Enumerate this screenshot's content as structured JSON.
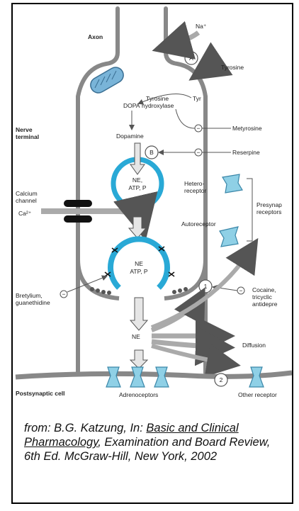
{
  "diagram": {
    "labels": {
      "axon": "Axon",
      "na": "Na⁺",
      "a": "A",
      "tyrosine": "Tyrosine",
      "tyrosine_hydroxylase": "Tyrosine hydroxylase",
      "tyrosine_hydroxylase_l1": "Tyrosine",
      "tyrosine_hydroxylase_l2": "hydroxylase",
      "tyr": "Tyr",
      "dopa": "DOPA",
      "metyrosine": "Metyrosine",
      "dopamine": "Dopamine",
      "nerve_terminal": "Nerve terminal",
      "nerve_terminal_l1": "Nerve",
      "nerve_terminal_l2": "terminal",
      "b": "B",
      "reserpine": "Reserpine",
      "vesicle_top_l1": "NE,",
      "vesicle_top_l2": "ATP, P",
      "calcium_channel_l1": "Calcium",
      "calcium_channel_l2": "channel",
      "ca": "Ca²⁺",
      "heteroreceptor_l1": "Hetero-",
      "heteroreceptor_l2": "receptor",
      "autoreceptor": "Autoreceptor",
      "presynaptic_receptors_l1": "Presynap",
      "presynaptic_receptors_l2": "receptors",
      "vesicle_fusing_l1": "NE",
      "vesicle_fusing_l2": "ATP, P",
      "bretylium_l1": "Bretylium,",
      "bretylium_l2": "guanethidine",
      "one": "1",
      "cocaine_l1": "Cocaine,",
      "cocaine_l2": "tricyclic",
      "cocaine_l3": "antidepre",
      "ne": "NE",
      "diffusion": "Diffusion",
      "two": "2",
      "postsynaptic_cell": "Postsynaptic cell",
      "adrenoceptors": "Adrenoceptors",
      "other_receptors": "Other receptor",
      "minus": "−"
    },
    "colors": {
      "vesicle": "#29a9d6",
      "receptor": "#8fd0e6",
      "arrow_fill": "#e6e6e6",
      "outline": "#555555",
      "mitochondrion": "#79b4d8",
      "channel": "#111111"
    }
  },
  "caption": {
    "prefix": "from: B.G. Katzung, In: ",
    "book_title": "Basic and Clinical Pharmacology",
    "suffix": ", Examination and Board Review, 6th Ed. McGraw-Hill, New York, 2002"
  }
}
